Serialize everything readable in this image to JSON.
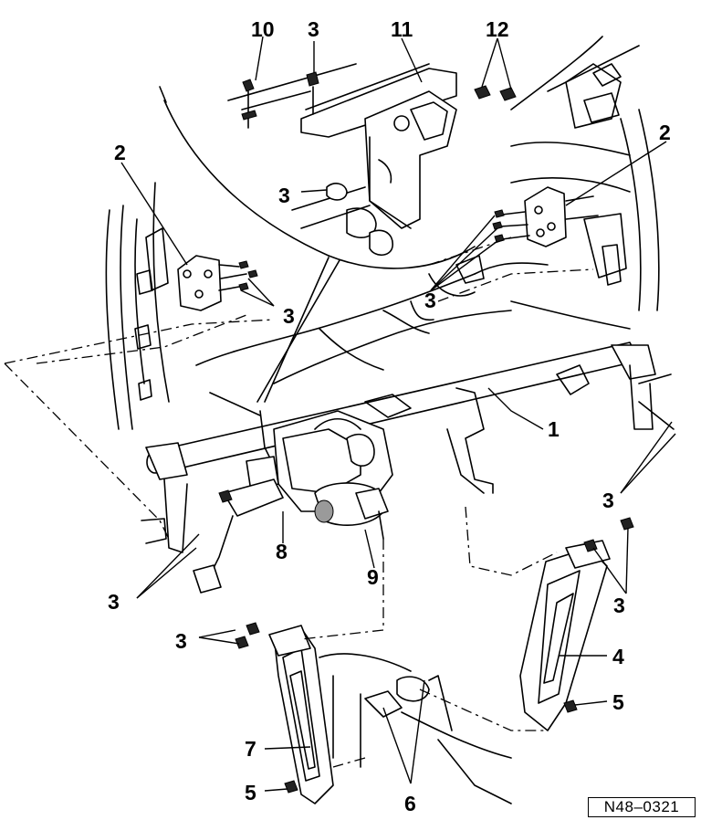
{
  "figure": {
    "reference_code": "N48–0321",
    "callouts": [
      {
        "id": "c10",
        "text": "10"
      },
      {
        "id": "c3a",
        "text": "3"
      },
      {
        "id": "c11",
        "text": "11"
      },
      {
        "id": "c12",
        "text": "12"
      },
      {
        "id": "c2l",
        "text": "2"
      },
      {
        "id": "c2r",
        "text": "2"
      },
      {
        "id": "c3b",
        "text": "3"
      },
      {
        "id": "c3c",
        "text": "3"
      },
      {
        "id": "c3d",
        "text": "3"
      },
      {
        "id": "c1",
        "text": "1"
      },
      {
        "id": "c3e",
        "text": "3"
      },
      {
        "id": "c3f",
        "text": "3"
      },
      {
        "id": "c8",
        "text": "8"
      },
      {
        "id": "c9",
        "text": "9"
      },
      {
        "id": "c3g",
        "text": "3"
      },
      {
        "id": "c3h",
        "text": "3"
      },
      {
        "id": "c4",
        "text": "4"
      },
      {
        "id": "c5a",
        "text": "5"
      },
      {
        "id": "c7",
        "text": "7"
      },
      {
        "id": "c5b",
        "text": "5"
      },
      {
        "id": "c6",
        "text": "6"
      }
    ]
  }
}
